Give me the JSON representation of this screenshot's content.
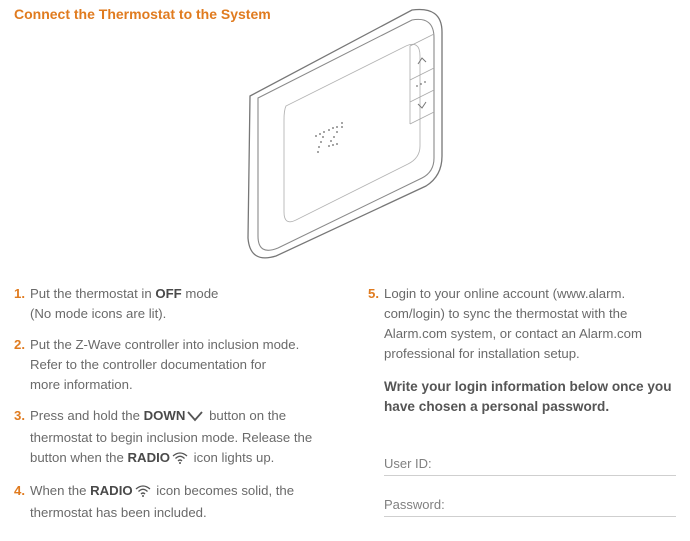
{
  "title": "Connect the Thermostat to the System",
  "device": {
    "display_digits": "72",
    "icons": [
      "chevron-up-icon",
      "dots-icon",
      "chevron-down-icon"
    ]
  },
  "steps_left": [
    {
      "num": "1.",
      "lines": [
        "Put the thermostat in ",
        "OFF",
        " mode",
        "(No mode icons are lit)."
      ]
    },
    {
      "num": "2.",
      "lines": [
        "Put the Z-Wave controller into inclusion mode.",
        "Refer to the controller documentation for",
        "more information."
      ]
    },
    {
      "num": "3.",
      "lines": [
        "Press and hold the ",
        "DOWN",
        " button on the",
        "thermostat to begin inclusion mode. Release the",
        "button when the ",
        "RADIO",
        " icon lights up."
      ]
    },
    {
      "num": "4.",
      "lines": [
        "When the ",
        "RADIO",
        " icon becomes solid, the",
        "thermostat has been included."
      ]
    }
  ],
  "step5": {
    "num": "5.",
    "lines": [
      "Login to your online account (www.alarm.",
      "com/login) to sync the thermostat with the",
      "Alarm.com system, or contact an Alarm.com",
      "professional for installation setup."
    ]
  },
  "note": "Write your login information below once you have chosen a personal password.",
  "fields": {
    "user_id": "User ID:",
    "password": "Password:"
  }
}
